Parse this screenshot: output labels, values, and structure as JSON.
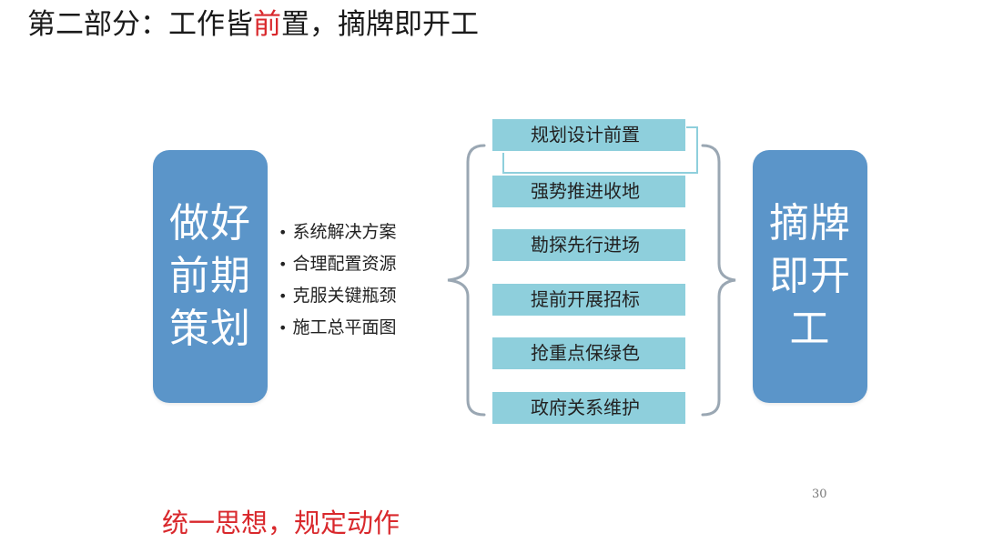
{
  "header": {
    "title_before": "第二部分：工作皆",
    "title_highlight": "前",
    "title_after": "置，摘牌即开工"
  },
  "left_box": {
    "lines": [
      "做好",
      "前期",
      "策划"
    ]
  },
  "bullets": [
    "系统解决方案",
    "合理配置资源",
    "克服关键瓶颈",
    "施工总平面图"
  ],
  "items": [
    "规划设计前置",
    "强势推进收地",
    "勘探先行进场",
    "提前开展招标",
    "抢重点保绿色",
    "政府关系维护"
  ],
  "right_box": {
    "lines": [
      "摘牌",
      "即开",
      "工"
    ]
  },
  "page_number": "30",
  "footer": {
    "slogan": "统一思想，规定动作"
  },
  "colors": {
    "box_blue": "#5b95c9",
    "bar_cyan": "#8ecfdc",
    "accent_red": "#d9282c",
    "bracket_gray": "#9aa7b3"
  }
}
